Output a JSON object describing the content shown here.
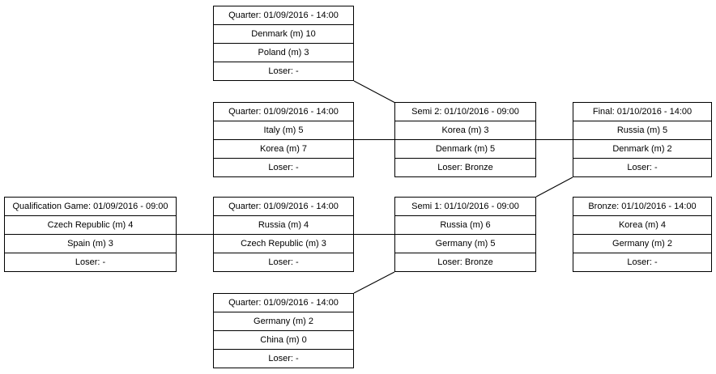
{
  "colors": {
    "background": "#ffffff",
    "border": "#000000",
    "text": "#000000",
    "connector": "#000000"
  },
  "matches": [
    {
      "name": "quarter-1",
      "title": "Quarter: 01/09/2016 - 14:00",
      "team1": "Denmark (m) 10",
      "team2": "Poland (m) 3",
      "loser": "Loser: -"
    },
    {
      "name": "quarter-2",
      "title": "Quarter: 01/09/2016 - 14:00",
      "team1": "Italy (m) 5",
      "team2": "Korea (m) 7",
      "loser": "Loser: -"
    },
    {
      "name": "qualification-game",
      "title": "Qualification Game: 01/09/2016 - 09:00",
      "team1": "Czech Republic (m) 4",
      "team2": "Spain (m) 3",
      "loser": "Loser: -"
    },
    {
      "name": "quarter-3",
      "title": "Quarter: 01/09/2016 - 14:00",
      "team1": "Russia (m) 4",
      "team2": "Czech Republic (m) 3",
      "loser": "Loser: -"
    },
    {
      "name": "quarter-4",
      "title": "Quarter: 01/09/2016 - 14:00",
      "team1": "Germany (m) 2",
      "team2": "China (m) 0",
      "loser": "Loser: -"
    },
    {
      "name": "semi-2",
      "title": "Semi 2: 01/10/2016 - 09:00",
      "team1": "Korea (m) 3",
      "team2": "Denmark (m) 5",
      "loser": "Loser: Bronze"
    },
    {
      "name": "semi-1",
      "title": "Semi 1: 01/10/2016 - 09:00",
      "team1": "Russia (m) 6",
      "team2": "Germany (m) 5",
      "loser": "Loser: Bronze"
    },
    {
      "name": "final",
      "title": "Final: 01/10/2016 - 14:00",
      "team1": "Russia (m) 5",
      "team2": "Denmark (m) 2",
      "loser": "Loser: -"
    },
    {
      "name": "bronze",
      "title": "Bronze: 01/10/2016 - 14:00",
      "team1": "Korea (m) 4",
      "team2": "Germany (m) 2",
      "loser": "Loser: -"
    }
  ],
  "connections": [
    {
      "from": "quarter-1",
      "to": "semi-2"
    },
    {
      "from": "quarter-2",
      "to": "semi-2"
    },
    {
      "from": "qualification-game",
      "to": "quarter-3"
    },
    {
      "from": "quarter-3",
      "to": "semi-1"
    },
    {
      "from": "quarter-4",
      "to": "semi-1"
    },
    {
      "from": "semi-2",
      "to": "final"
    },
    {
      "from": "semi-1",
      "to": "final"
    }
  ]
}
